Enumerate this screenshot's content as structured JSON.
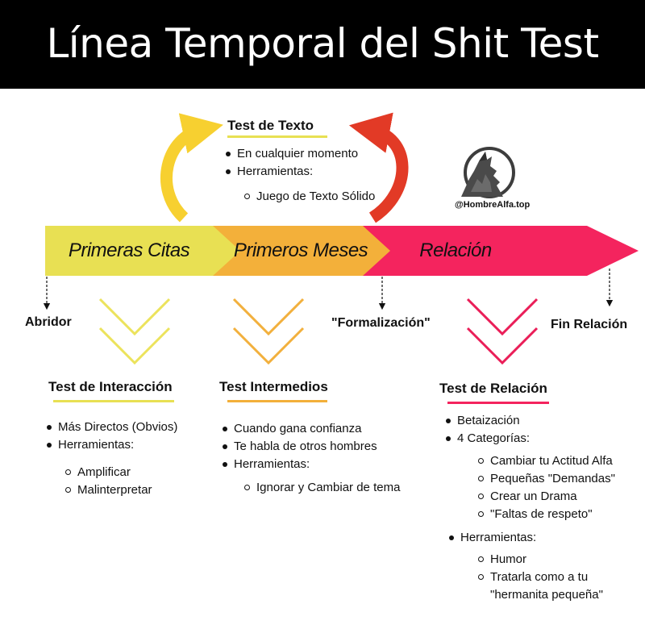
{
  "header": {
    "title": "Línea Temporal del Shit Test"
  },
  "top_test": {
    "heading": "Test de Texto",
    "items": [
      "En cualquier momento",
      "Herramientas:"
    ],
    "subitems": [
      "Juego de Texto Sólido"
    ]
  },
  "logo": {
    "handle": "@HombreAlfa.top"
  },
  "timeline": {
    "segments": [
      "Primeras Citas",
      "Primeros Meses",
      "Relación"
    ],
    "markers": [
      "Abridor",
      "\"Formalización\"",
      "Fin Relación"
    ]
  },
  "sections": [
    {
      "heading": "Test de Interacción",
      "items": [
        "Más Directos (Obvios)",
        "Herramientas:"
      ],
      "subitems": [
        "Amplificar",
        "Malinterpretar"
      ]
    },
    {
      "heading": "Test Intermedios",
      "items": [
        "Cuando gana confianza",
        "Te habla de otros hombres",
        "Herramientas:"
      ],
      "subitems": [
        "Ignorar y Cambiar de tema"
      ]
    },
    {
      "heading": "Test de Relación",
      "items": [
        "Betaización",
        "4 Categorías:"
      ],
      "categories": [
        "Cambiar tu Actitud Alfa",
        "Pequeñas \"Demandas\"",
        "Crear un Drama",
        "\"Faltas de respeto\""
      ],
      "tools_label": "Herramientas:",
      "tools": [
        "Humor",
        "Tratarla como a tu",
        "\"hermanita pequeña\""
      ]
    }
  ],
  "colors": {
    "yellow": "#e8e053",
    "orange": "#f3b03a",
    "pink": "#f4245e",
    "red_arrow": "#e23a26",
    "yellow_arrow": "#f7d030",
    "chevron_yellow": "#ece35c",
    "chevron_orange": "#f2b03d",
    "chevron_pink": "#ea1e58"
  }
}
